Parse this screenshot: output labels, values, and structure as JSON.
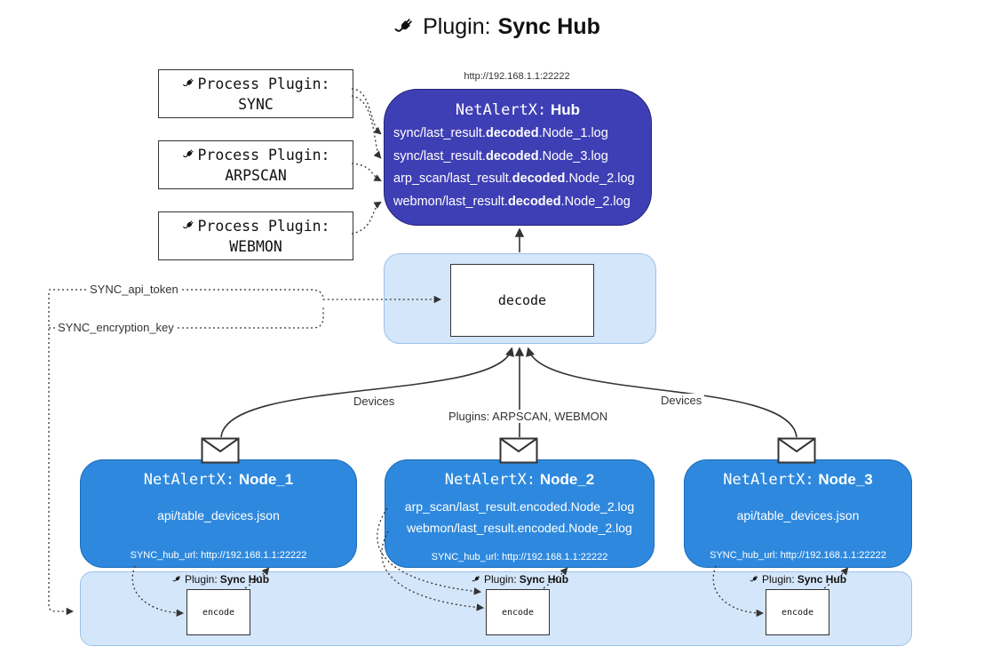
{
  "title": {
    "label": "Plugin:",
    "bold": "Sync Hub"
  },
  "process_plugins": [
    {
      "line1": "Process Plugin:",
      "line2": "SYNC"
    },
    {
      "line1": "Process Plugin:",
      "line2": "ARPSCAN"
    },
    {
      "line1": "Process Plugin:",
      "line2": "WEBMON"
    }
  ],
  "hub": {
    "url": "http://192.168.1.1:22222",
    "name": "NetAlertX:",
    "name_bold": "Hub",
    "logs": [
      {
        "pre": "sync/last_result.",
        "bold": "decoded",
        "post": ".Node_1.log"
      },
      {
        "pre": "sync/last_result.",
        "bold": "decoded",
        "post": ".Node_3.log"
      },
      {
        "pre": "arp_scan/last_result.",
        "bold": "decoded",
        "post": ".Node_2.log"
      },
      {
        "pre": "webmon/last_result.",
        "bold": "decoded",
        "post": ".Node_2.log"
      }
    ]
  },
  "decode": {
    "label": "decode"
  },
  "env": {
    "api_token": "SYNC_api_token",
    "encryption_key": "SYNC_encryption_key"
  },
  "edge_labels": {
    "left": "Devices",
    "center": "Plugins: ARPSCAN, WEBMON",
    "right": "Devices"
  },
  "nodes": [
    {
      "name": "NetAlertX:",
      "name_bold": "Node_1",
      "files": [
        "api/table_devices.json"
      ],
      "hub_url": "SYNC_hub_url: http://192.168.1.1:22222"
    },
    {
      "name": "NetAlertX:",
      "name_bold": "Node_2",
      "files": [
        "arp_scan/last_result.encoded.Node_2.log",
        "webmon/last_result.encoded.Node_2.log"
      ],
      "hub_url": "SYNC_hub_url: http://192.168.1.1:22222"
    },
    {
      "name": "NetAlertX:",
      "name_bold": "Node_3",
      "files": [
        "api/table_devices.json"
      ],
      "hub_url": "SYNC_hub_url: http://192.168.1.1:22222"
    }
  ],
  "encoders": [
    {
      "label": "Plugin:",
      "label_bold": "Sync Hub",
      "box": "encode"
    },
    {
      "label": "Plugin:",
      "label_bold": "Sync Hub",
      "box": "encode"
    },
    {
      "label": "Plugin:",
      "label_bold": "Sync Hub",
      "box": "encode"
    }
  ],
  "colors": {
    "hub": "#3f3fb5",
    "node": "#2e89de",
    "container": "#d4e6f9",
    "line": "#333333"
  }
}
